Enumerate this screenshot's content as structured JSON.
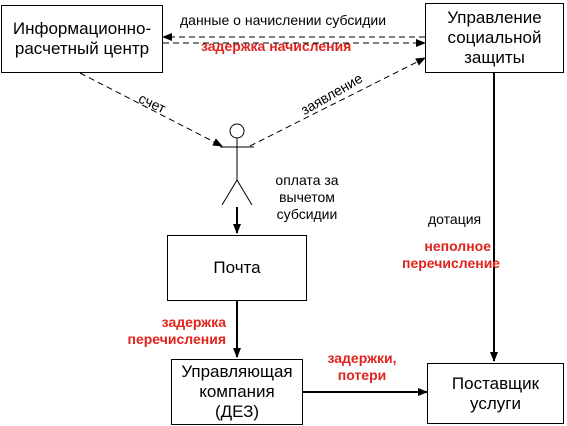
{
  "nodes": {
    "info_center": "Информационно-расчетный центр",
    "social_protection": "Управление социальной защиты",
    "post_office": "Почта",
    "management_company": [
      "Управляющая",
      "компания",
      "(ДЕЗ)"
    ],
    "service_provider": [
      "Поставщик",
      "услуги"
    ]
  },
  "edge_labels": {
    "subsidy_data": "данные о начислении субсидии",
    "accrual_delay": "задержка начисления",
    "invoice": "счет",
    "application": "заявление",
    "payment_after_subsidy": [
      "оплата за",
      "вычетом",
      "субсидии"
    ],
    "grant": "дотация",
    "incomplete_transfer": [
      "неполное",
      "перечисление"
    ],
    "transfer_delay": [
      "задержка",
      "перечисления"
    ],
    "delays_losses": [
      "задержки,",
      "потери"
    ]
  },
  "colors": {
    "line": "#000000",
    "problem_text": "#e0231c"
  },
  "icons": {
    "citizen": "stick-figure-icon"
  }
}
